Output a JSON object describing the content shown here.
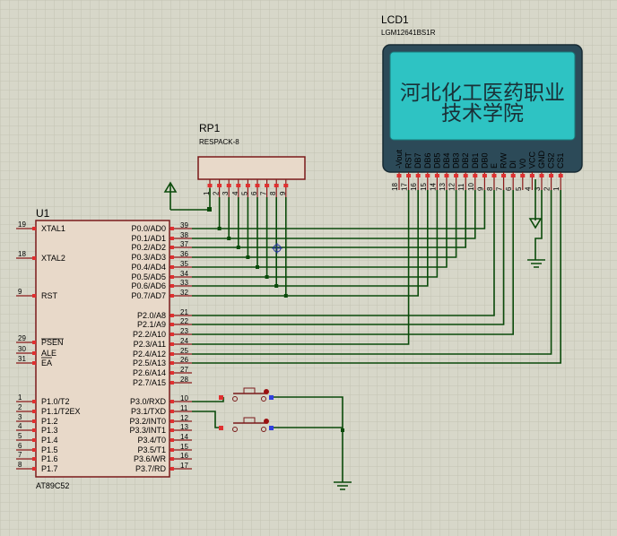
{
  "lcd": {
    "ref": "LCD1",
    "model": "LGM12641BS1R",
    "display_line1": "河北化工医药职业",
    "display_line2": "技术学院",
    "pin_labels": [
      "-Vout",
      "RST",
      "DB7",
      "DB6",
      "DB5",
      "DB4",
      "DB3",
      "DB2",
      "DB1",
      "DB0",
      "E",
      "R/W",
      "DI",
      "V0",
      "VCC",
      "GND",
      "CS2",
      "CS1"
    ],
    "pin_numbers": [
      "18",
      "17",
      "16",
      "15",
      "14",
      "13",
      "12",
      "11",
      "10",
      "9",
      "8",
      "7",
      "6",
      "5",
      "4",
      "3",
      "2",
      "1"
    ]
  },
  "rp": {
    "ref": "RP1",
    "model": "RESPACK-8",
    "pin_numbers": [
      "1",
      "2",
      "3",
      "4",
      "5",
      "6",
      "7",
      "8",
      "9"
    ]
  },
  "mcu": {
    "ref": "U1",
    "model": "AT89C52",
    "left_pins": [
      {
        "label": "XTAL1",
        "num": "19"
      },
      {
        "label": "XTAL2",
        "num": "18"
      },
      {
        "label": "RST",
        "num": "9"
      },
      {
        "label": "PSEN",
        "num": "29"
      },
      {
        "label": "ALE",
        "num": "30"
      },
      {
        "label": "EA",
        "num": "31"
      },
      {
        "label": "P1.0/T2",
        "num": "1"
      },
      {
        "label": "P1.1/T2EX",
        "num": "2"
      },
      {
        "label": "P1.2",
        "num": "3"
      },
      {
        "label": "P1.3",
        "num": "4"
      },
      {
        "label": "P1.4",
        "num": "5"
      },
      {
        "label": "P1.5",
        "num": "6"
      },
      {
        "label": "P1.6",
        "num": "7"
      },
      {
        "label": "P1.7",
        "num": "8"
      }
    ],
    "right_pins": [
      {
        "label": "P0.0/AD0",
        "num": "39"
      },
      {
        "label": "P0.1/AD1",
        "num": "38"
      },
      {
        "label": "P0.2/AD2",
        "num": "37"
      },
      {
        "label": "P0.3/AD3",
        "num": "36"
      },
      {
        "label": "P0.4/AD4",
        "num": "35"
      },
      {
        "label": "P0.5/AD5",
        "num": "34"
      },
      {
        "label": "P0.6/AD6",
        "num": "33"
      },
      {
        "label": "P0.7/AD7",
        "num": "32"
      },
      {
        "label": "P2.0/A8",
        "num": "21"
      },
      {
        "label": "P2.1/A9",
        "num": "22"
      },
      {
        "label": "P2.2/A10",
        "num": "23"
      },
      {
        "label": "P2.3/A11",
        "num": "24"
      },
      {
        "label": "P2.4/A12",
        "num": "25"
      },
      {
        "label": "P2.5/A13",
        "num": "26"
      },
      {
        "label": "P2.6/A14",
        "num": "27"
      },
      {
        "label": "P2.7/A15",
        "num": "28"
      },
      {
        "label": "P3.0/RXD",
        "num": "10"
      },
      {
        "label": "P3.1/TXD",
        "num": "11"
      },
      {
        "label": "P3.2/INT0",
        "num": "12"
      },
      {
        "label": "P3.3/INT1",
        "num": "13"
      },
      {
        "label": "P3.4/T0",
        "num": "14"
      },
      {
        "label": "P3.5/T1",
        "num": "15"
      },
      {
        "label": "P3.6/WR",
        "num": "16"
      },
      {
        "label": "P3.7/RD",
        "num": "17"
      }
    ]
  },
  "colors": {
    "background": "#d7d7c9",
    "grid": "#c2c2b2",
    "component_fill": "#e8d9c9",
    "component_border": "#7a1a1a",
    "wire": "#0a4a0a",
    "lcd_screen": "#2ec3c3",
    "lcd_frame": "#2c4a58"
  }
}
